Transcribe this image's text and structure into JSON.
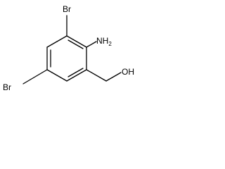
{
  "molecule": {
    "atoms": {
      "br_top": "Br",
      "amine": {
        "main": "NH",
        "sub": "2"
      },
      "br_left": "Br",
      "hydroxyl": "OH"
    }
  }
}
